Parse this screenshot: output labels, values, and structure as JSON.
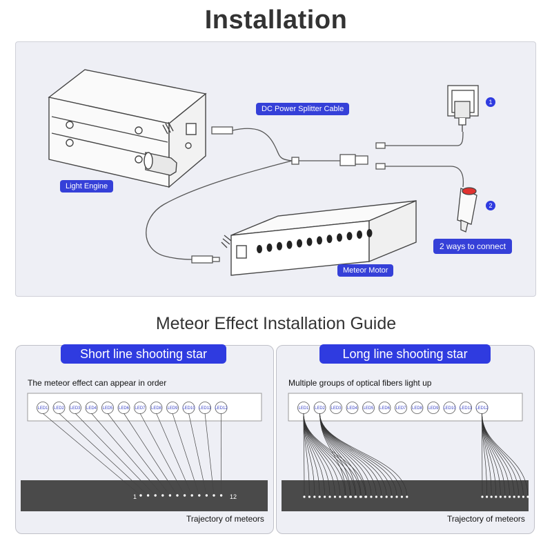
{
  "title": "Installation",
  "top": {
    "labels": {
      "light_engine": "Light Engine",
      "splitter_cable": "DC Power Splitter Cable",
      "meteor_motor": "Meteor Motor",
      "ways": "2 ways to connect",
      "badge1": "1",
      "badge2": "2"
    }
  },
  "guide_title": "Meteor  Effect Installation Guide",
  "short": {
    "heading": "Short line shooting star",
    "desc": "The meteor effect can appear in order",
    "leds": [
      "LED1",
      "LED2",
      "LED3",
      "LED4",
      "LED5",
      "LED6",
      "LED7",
      "LED8",
      "LED9",
      "LED10",
      "LED11",
      "LED12"
    ],
    "start_num": "1",
    "end_num": "12",
    "trajectory": "Trajectory of meteors"
  },
  "long": {
    "heading": "Long line shooting star",
    "desc": "Multiple groups of optical fibers light up",
    "leds": [
      "LED1",
      "LED2",
      "LED3",
      "LED4",
      "LED5",
      "LED6",
      "LED7",
      "LED8",
      "LED9",
      "LED10",
      "LED11",
      "LED12"
    ],
    "trajectory": "Trajectory of meteors"
  },
  "colors": {
    "accent": "#2f3be0",
    "panel": "#eeeff5",
    "strip": "#4a4a4a"
  }
}
